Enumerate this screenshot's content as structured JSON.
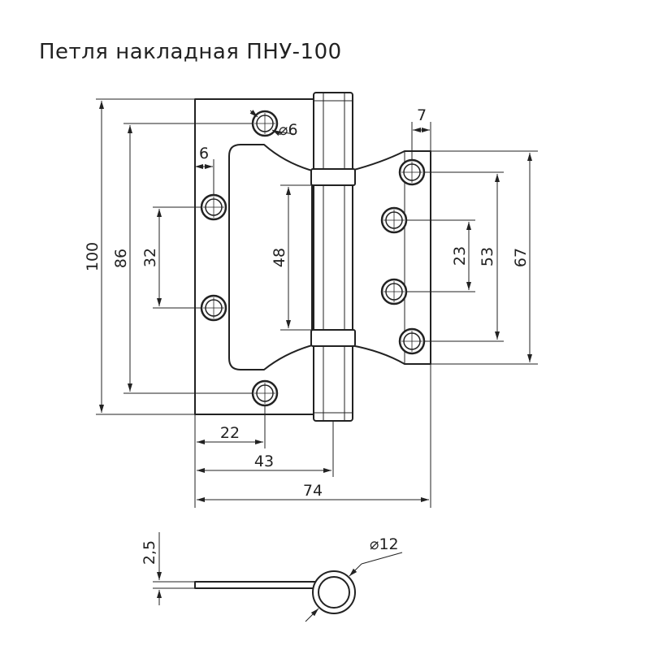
{
  "title": "Петля накладная ПНУ-100",
  "dimensions": {
    "overall_height": "100",
    "hole_spacing_outer": "86",
    "hole_spacing_inner": "32",
    "cutout_height": "48",
    "edge_offset": "6",
    "hole_diameter": "⌀6",
    "right_edge_offset": "7",
    "right_spacing_inner": "23",
    "right_spacing_middle": "53",
    "right_leaf_height": "67",
    "dist_22": "22",
    "dist_43": "43",
    "overall_width": "74",
    "thickness": "2,5",
    "knuckle_diameter": "⌀12"
  }
}
